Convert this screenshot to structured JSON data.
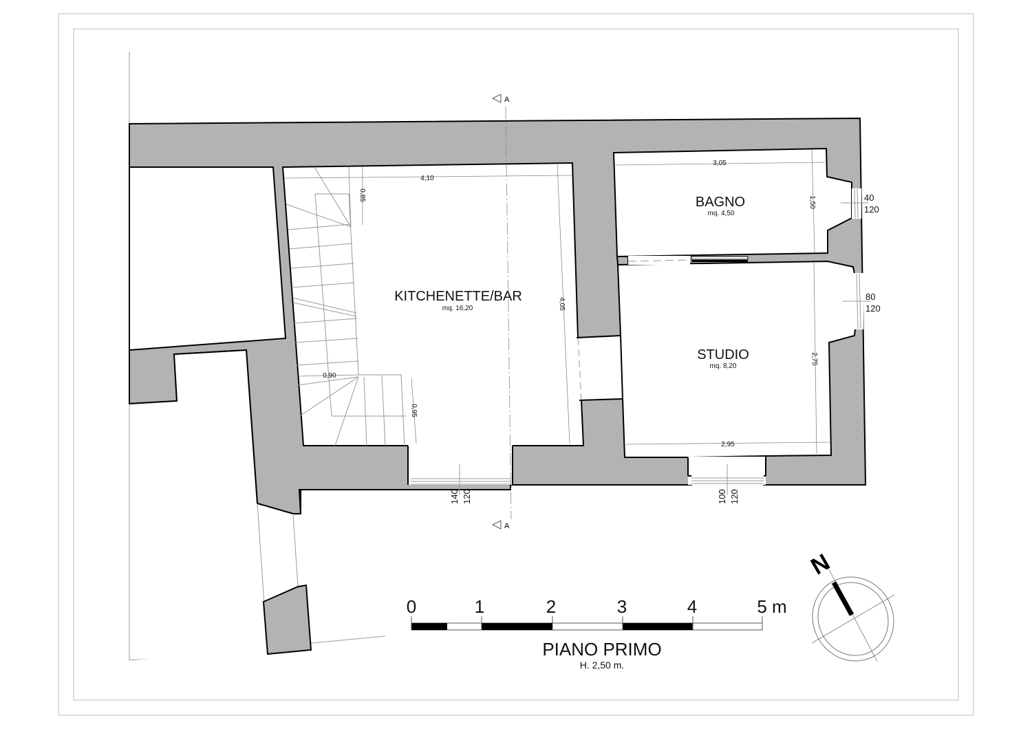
{
  "plan": {
    "title": "PIANO PRIMO",
    "subtitle": "H. 2,50 m.",
    "section_marker": "A",
    "rooms": [
      {
        "name": "KITCHENETTE/BAR",
        "area": "mq. 16,20"
      },
      {
        "name": "BAGNO",
        "area": "mq. 4,50"
      },
      {
        "name": "STUDIO",
        "area": "mq. 8,20"
      }
    ],
    "dimensions": {
      "kitchen_width": "4,10",
      "kitchen_depth": "4,05",
      "stair_top": "0,85",
      "stair_width": "0,90",
      "stair_bottom": "0,95",
      "bagno_width": "3,05",
      "bagno_depth": "1,50",
      "studio_width": "2,95",
      "studio_depth": "2,75"
    },
    "windows": [
      {
        "width": "140",
        "height": "120"
      },
      {
        "width": "100",
        "height": "120"
      },
      {
        "width": "40",
        "height": "120"
      },
      {
        "width": "80",
        "height": "120"
      }
    ],
    "scale_bar": {
      "ticks": [
        "0",
        "1",
        "2",
        "3",
        "4",
        "5 m"
      ]
    },
    "north_label": "N",
    "colors": {
      "wall": "#b3b3b3",
      "line": "#000000"
    }
  }
}
